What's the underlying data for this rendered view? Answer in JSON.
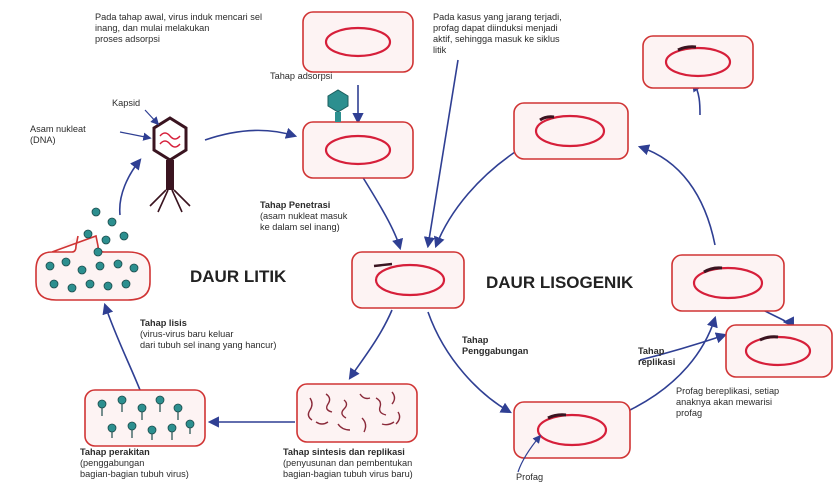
{
  "colors": {
    "cell_border": "#d03434",
    "dna": "#d61f3a",
    "arrow": "#2f3f93",
    "virus_head": "#2c8f8f",
    "text": "#2b2b2b",
    "prophage": "#3a1420"
  },
  "cycles": {
    "lytic": "DAUR LITIK",
    "lysogenic": "DAUR LISOGENIK"
  },
  "labels": {
    "intro": [
      "Pada tahap awal, virus induk mencari sel",
      "inang, dan mulai melakukan",
      "proses adsorpsi"
    ],
    "adsorption": "Tahap adsorpsi",
    "capsid": "Kapsid",
    "nucleic_acid": [
      "Asam nukleat",
      "(DNA)"
    ],
    "penetration_title": "Tahap Penetrasi",
    "penetration_desc": [
      "(asam nukleat masuk",
      "ke dalam sel inang)"
    ],
    "rare_case": [
      "Pada kasus yang jarang terjadi,",
      "profag dapat diinduksi menjadi",
      "aktif, sehingga masuk ke siklus",
      "litik"
    ],
    "lysis_title": "Tahap lisis",
    "lysis_desc": [
      "(virus-virus baru keluar",
      "dari tubuh sel inang yang hancur)"
    ],
    "assembly_title": "Tahap perakitan",
    "assembly_desc": [
      "(penggabungan",
      "bagian-bagian tubuh virus)"
    ],
    "synthesis_title": "Tahap sintesis dan replikasi",
    "synthesis_desc": [
      "(penyusunan dan pembentukan",
      "bagian-bagian tubuh virus baru)"
    ],
    "integration_title": [
      "Tahap",
      "Penggabungan"
    ],
    "replication_title": [
      "Tahap",
      "replikasi"
    ],
    "prophage_replicates": [
      "Profag bereplikasi, setiap",
      "anaknya akan mewarisi",
      "profag"
    ],
    "prophage": "Profag"
  }
}
